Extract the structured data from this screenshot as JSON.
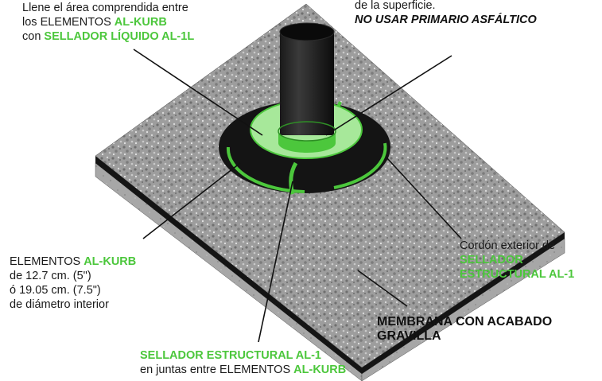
{
  "colors": {
    "accent_green": "#4cc73c",
    "membrane_black": "#141414",
    "gravel_gray": "#9a9a9a"
  },
  "callouts": {
    "top_left": {
      "line1": "Llene el área comprendida entre",
      "line2_prefix": "los ELEMENTOS ",
      "line2_green": "AL-KURB",
      "line3_prefix": "con ",
      "line3_green": "SELLADOR LÍQUIDO AL-1L"
    },
    "top_right": {
      "line1": "de la superficie.",
      "line2": "NO USAR PRIMARIO ASFÁLTICO"
    },
    "right": {
      "line1": "Cordón exterior de",
      "line2": "SELLADOR",
      "line3": "ESTRUCTURAL AL-1"
    },
    "left": {
      "line1_prefix": "ELEMENTOS ",
      "line1_green": "AL-KURB",
      "line2": "de 12.7 cm. (5\")",
      "line3": "ó 19.05 cm. (7.5\")",
      "line4": "de diámetro interior"
    },
    "bottom_right": {
      "line1": "MEMBRANA CON ACABADO",
      "line2": "GRAVILLA"
    },
    "bottom": {
      "line1": "SELLADOR ESTRUCTURAL AL-1",
      "line2_prefix": "en juntas entre ELEMENTOS ",
      "line2_green": "AL-KURB"
    }
  }
}
